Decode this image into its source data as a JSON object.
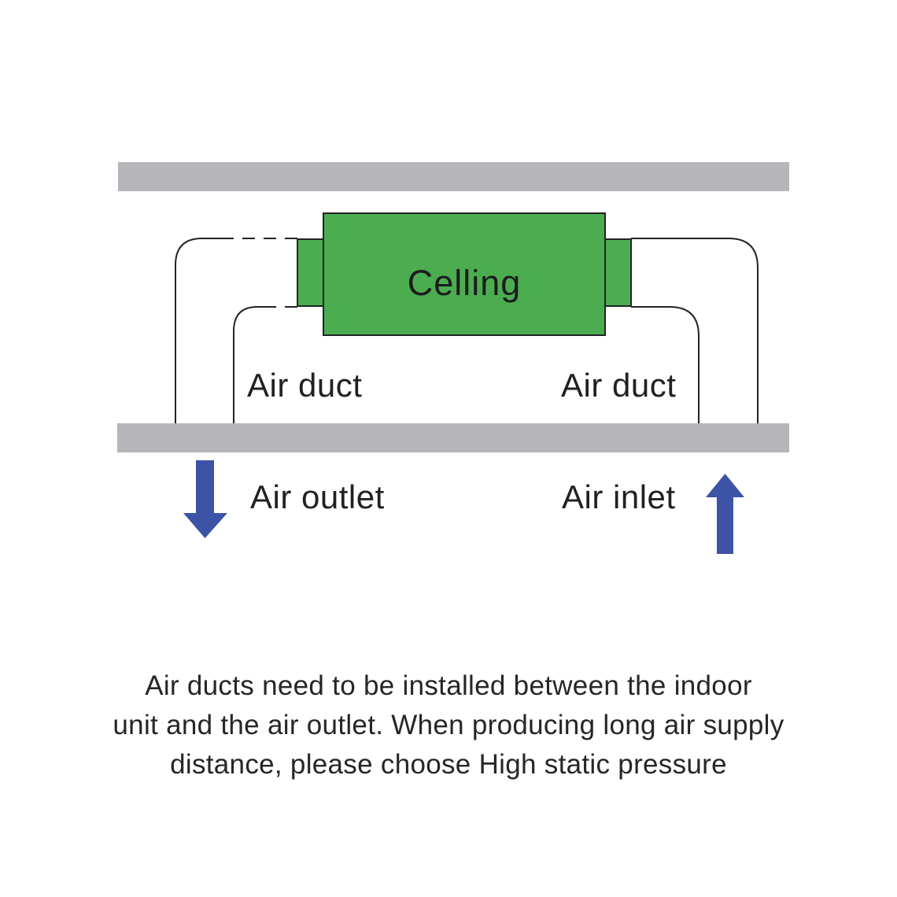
{
  "diagram": {
    "unit_label": "Celling",
    "left_duct_label": "Air duct",
    "right_duct_label": "Air duct",
    "air_outlet_label": "Air outlet",
    "air_inlet_label": "Air inlet",
    "icons": {
      "air_outlet_arrow": "arrow-down-icon",
      "air_inlet_arrow": "arrow-up-icon"
    }
  },
  "caption": {
    "lines": [
      "Air ducts need to be installed between the indoor",
      "unit and the air outlet. When producing long air supply",
      "distance, please choose High static pressure"
    ]
  },
  "colors": {
    "slab_gray": "#b6b6ba",
    "unit_green": "#4bad50",
    "line_black": "#232323",
    "arrow_blue": "#3d53a6",
    "text_dark": "#212121"
  }
}
